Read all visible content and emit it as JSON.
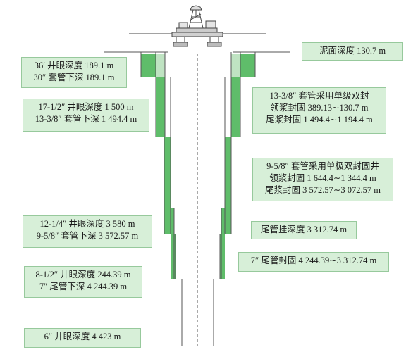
{
  "labels": {
    "mudline": "泥面深度 130.7 m",
    "hole36": [
      "36′ 井眼深度 189.1 m",
      "30″ 套管下深 189.1 m"
    ],
    "hole17": [
      "17-1/2″ 井眼深度 1 500 m",
      "13-3/8″ 套管下深 1 494.4 m"
    ],
    "cement1338": [
      "13-3/8″ 套管采用单级双封",
      "领浆封固 389.13∼130.7 m",
      "尾浆封固 1 494.4∼1 194.4 m"
    ],
    "cement958": [
      "9-5/8″ 套管采用单极双封固井",
      "领浆封固 1 644.4∼1 344.4 m",
      "尾浆封固 3 572.57∼3 072.57 m"
    ],
    "hole1214": [
      "12-1/4″ 井眼深度 3 580 m",
      "9-5/8″ 套管下深 3 572.57 m"
    ],
    "hanger": "尾管挂深度 3 312.74 m",
    "cement7": "7″ 尾管封固 4 244.39∼3 312.74 m",
    "hole812": [
      "8-1/2″ 井眼深度 244.39 m",
      "7″ 尾管下深 4 244.39 m"
    ],
    "hole6": "6″ 井眼深度 4 423 m"
  },
  "colors": {
    "outer_cement": "#5fbd6a",
    "inner_cement": "#bfe3c2",
    "label_fill": "#d7efd8",
    "label_border": "#97c99c",
    "line": "#555555"
  }
}
